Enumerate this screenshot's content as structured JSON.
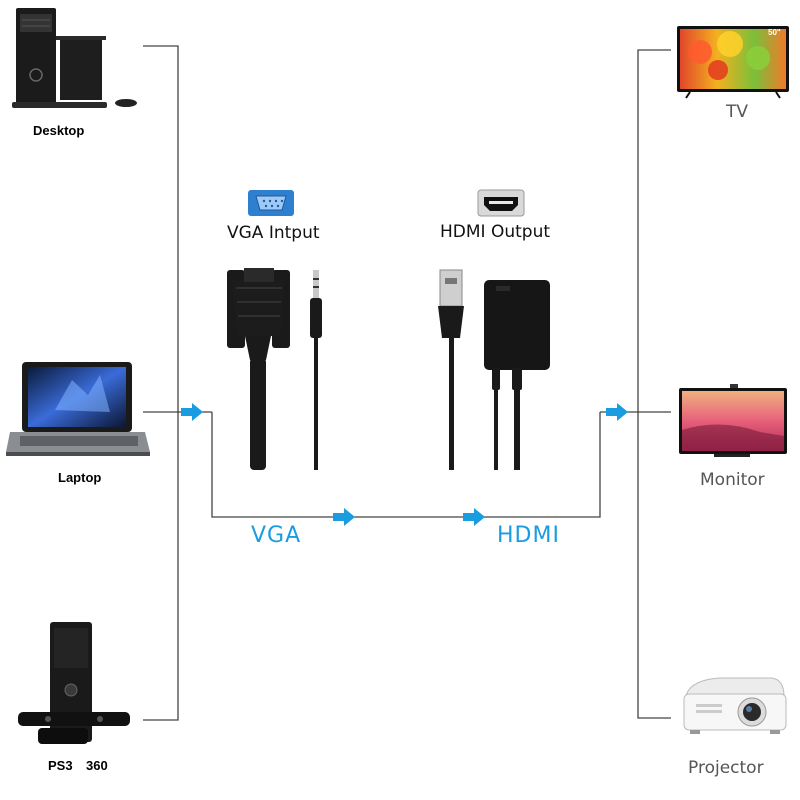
{
  "sources": {
    "desktop": "Desktop",
    "laptop": "Laptop",
    "console_a": "PS3",
    "console_b": "360"
  },
  "destinations": {
    "tv": "TV",
    "tv_badge": "50\"",
    "monitor": "Monitor",
    "projector": "Projector"
  },
  "cable": {
    "vga_input_label": "VGA  Intput",
    "hdmi_output_label": "HDMI Output"
  },
  "signal": {
    "vga": "VGA",
    "hdmi": "HDMI"
  },
  "colors": {
    "arrow": "#1a9de0",
    "signal_text": "#1a9de0",
    "line": "#444444",
    "port_blue": "#2f7fd1"
  },
  "icons": [
    "desktop-pc-icon",
    "laptop-icon",
    "game-console-icon",
    "vga-port-icon",
    "hdmi-port-icon",
    "tv-icon",
    "monitor-icon",
    "projector-icon"
  ]
}
